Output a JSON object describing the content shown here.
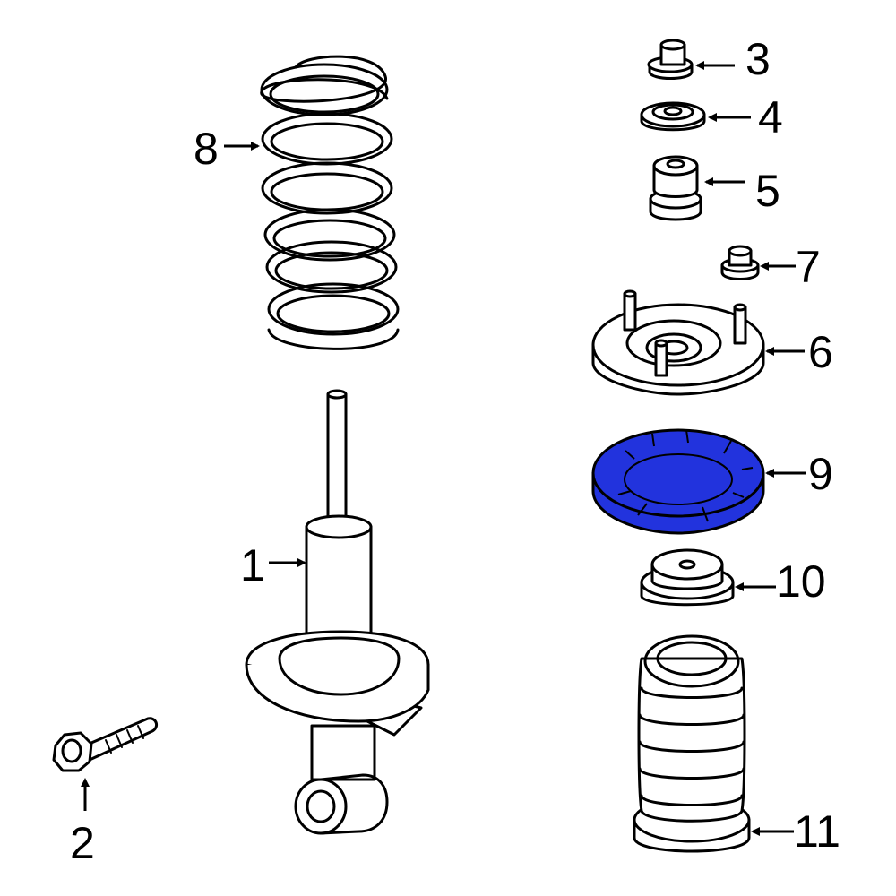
{
  "colors": {
    "highlight": "#2233dd",
    "line": "#000000",
    "background": "#ffffff"
  },
  "highlighted_part": "9",
  "callouts": {
    "p1": "1",
    "p2": "2",
    "p3": "3",
    "p4": "4",
    "p5": "5",
    "p6": "6",
    "p7": "7",
    "p8": "8",
    "p9": "9",
    "p10": "10",
    "p11": "11"
  }
}
